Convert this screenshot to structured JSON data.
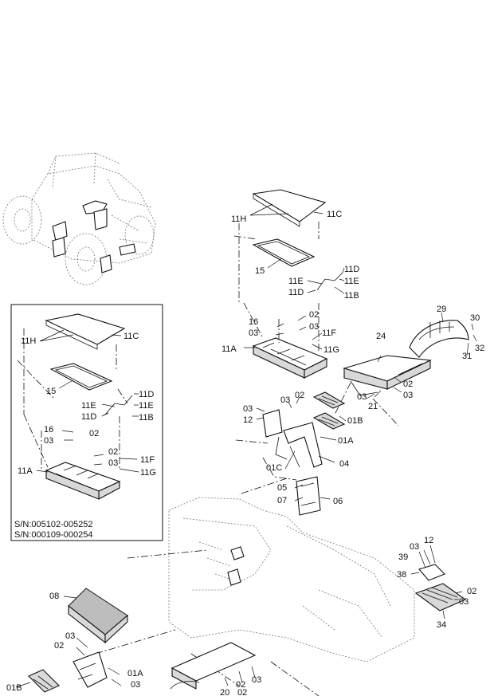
{
  "inset": {
    "serial_1": "S/N:005102-005252",
    "serial_2": "S/N:000109-000254",
    "labels": {
      "c11h": "11H",
      "c11c": "11C",
      "c15": "15",
      "c11d_a": "11D",
      "c11e_a": "11E",
      "c11e_b": "11E",
      "c11d_b": "11D",
      "c11b": "11B",
      "c16": "16",
      "c02_a": "02",
      "c03_a": "03",
      "c02_b": "02",
      "c03_b": "03",
      "c11f": "11F",
      "c11a": "11A",
      "c11g": "11G"
    }
  },
  "main": {
    "labels": {
      "m11h": "11H",
      "m11c": "11C",
      "m15": "15",
      "m11d_a": "11D",
      "m11e_a": "11E",
      "m11e_b": "11E",
      "m11d_b": "11D",
      "m11b": "11B",
      "m16": "16",
      "m02_a": "02",
      "m03_a": "03",
      "m03_b": "03",
      "m11f": "11F",
      "m11a": "11A",
      "m11g": "11G",
      "m29": "29",
      "m30": "30",
      "m32": "32",
      "m31": "31",
      "m24": "24",
      "m02_b": "02",
      "m03_c": "03",
      "m03_d": "03",
      "m21": "21",
      "m03_e": "03",
      "m02_c": "02",
      "m12_a": "12",
      "m01b_a": "01B",
      "m03_f": "03",
      "m01a_a": "01A",
      "m01c": "01C",
      "m04": "04",
      "m05": "05",
      "m07": "07",
      "m06": "06",
      "m12_b": "12",
      "m03_g": "03",
      "m39": "39",
      "m38": "38",
      "m02_d": "02",
      "m03_h": "03",
      "m34": "34",
      "m08": "08",
      "m03_i": "03",
      "m02_e": "02",
      "m01b_b": "01B",
      "m01a_b": "01A",
      "m03_j": "03",
      "m02_f": "02",
      "m20": "20",
      "m02_g": "02",
      "m03_k": "03"
    }
  }
}
